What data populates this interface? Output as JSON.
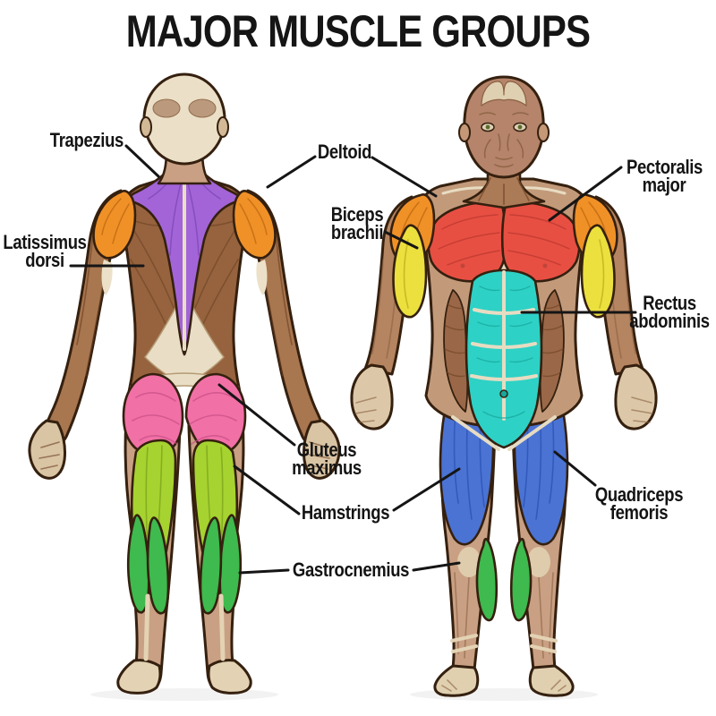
{
  "title": "MAJOR MUSCLE GROUPS",
  "muscles": {
    "trapezius": {
      "label": "Trapezius",
      "color": "#a364d8"
    },
    "deltoid": {
      "label": "Deltoid",
      "color": "#f09127"
    },
    "latissimus_dorsi": {
      "label": "Latissimus\ndorsi",
      "color": "#96633e"
    },
    "gluteus_maximus": {
      "label": "Gluteus\nmaximus",
      "color": "#f170a6"
    },
    "hamstrings": {
      "label": "Hamstrings",
      "color": "#a6d330"
    },
    "gastrocnemius": {
      "label": "Gastrocnemius",
      "color": "#3eba4e"
    },
    "pectoralis_major": {
      "label": "Pectoralis\nmajor",
      "color": "#e84f43"
    },
    "biceps_brachii": {
      "label": "Biceps\nbrachii",
      "color": "#ebe03e"
    },
    "rectus_abdominis": {
      "label": "Rectus\nabdominis",
      "color": "#2ed1c5"
    },
    "quadriceps_femoris": {
      "label": "Quadriceps\nfemoris",
      "color": "#4a73d3"
    }
  }
}
